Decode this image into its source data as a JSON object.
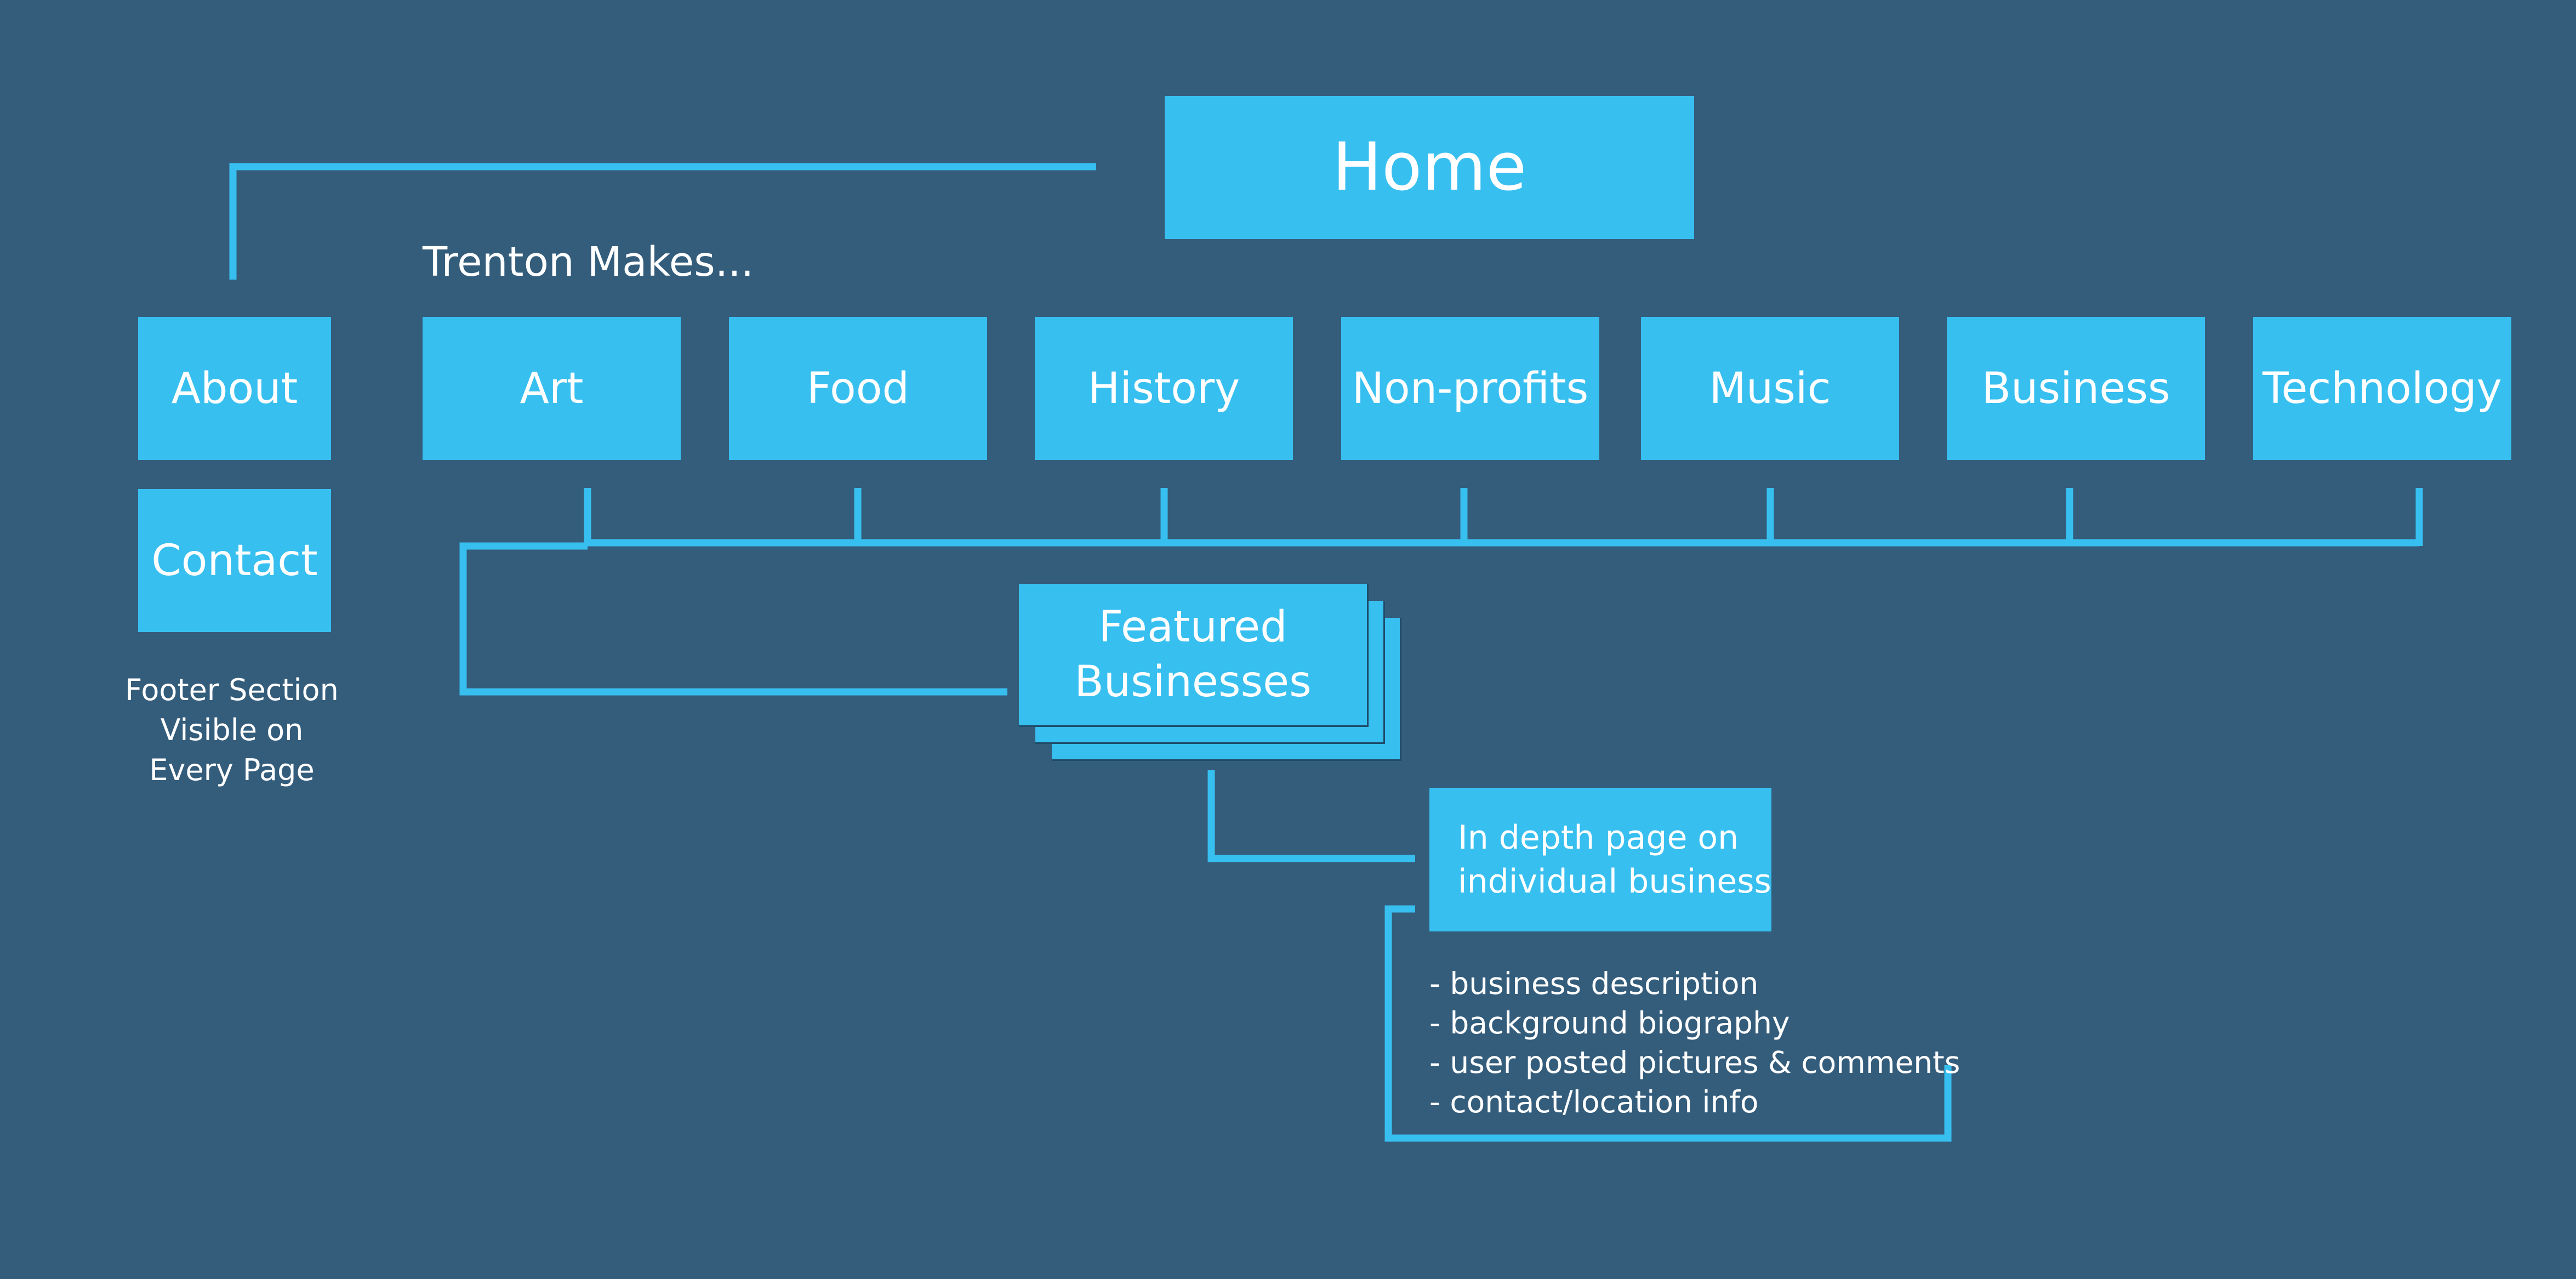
{
  "colors": {
    "background": "#345d7c",
    "box": "#37bff0",
    "text": "#ffffff"
  },
  "home": {
    "label": "Home"
  },
  "section_label": "Trenton Makes...",
  "footer_nav": {
    "items": [
      {
        "label": "About"
      },
      {
        "label": "Contact"
      }
    ],
    "caption_lines": [
      "Footer Section",
      "Visible on",
      "Every Page"
    ]
  },
  "categories": [
    {
      "label": "Art"
    },
    {
      "label": "Food"
    },
    {
      "label": "History"
    },
    {
      "label": "Non-profits"
    },
    {
      "label": "Music"
    },
    {
      "label": "Business"
    },
    {
      "label": "Technology"
    }
  ],
  "featured": {
    "line1": "Featured",
    "line2": "Businesses"
  },
  "detail_page": {
    "line1": "In depth page on",
    "line2": "individual business",
    "contents": [
      "- business description",
      "- background biography",
      "- user posted pictures & comments",
      "- contact/location info"
    ]
  }
}
